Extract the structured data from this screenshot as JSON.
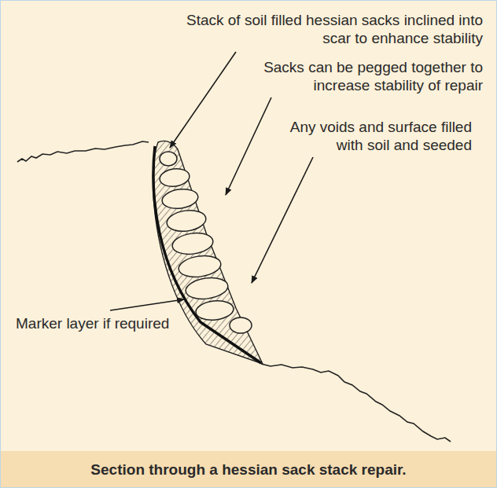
{
  "diagram": {
    "caption": "Section through a hessian sack stack repair.",
    "labels": [
      "Stack of soil filled hessian sacks inclined into scar to enhance stability",
      "Sacks can be pegged together to increase stability of repair",
      "Any voids and surface filled with soil and seeded",
      "Marker layer if required"
    ]
  }
}
